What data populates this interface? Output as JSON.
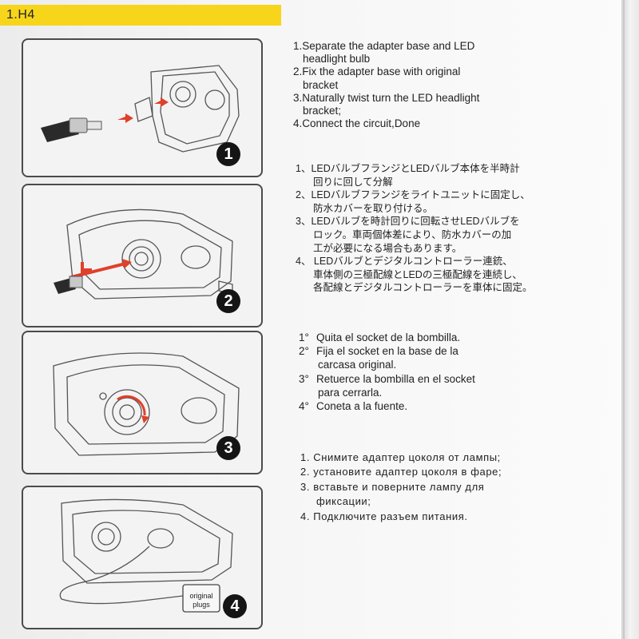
{
  "header": {
    "title": "1.H4"
  },
  "steps": [
    {
      "badge": "1"
    },
    {
      "badge": "2"
    },
    {
      "badge": "3"
    },
    {
      "badge": "4",
      "plug_label_line1": "original",
      "plug_label_line2": "plugs"
    }
  ],
  "english": [
    "1.Separate the adapter base and LED",
    "headlight bulb",
    "2.Fix the adapter base with original",
    "bracket",
    "3.Naturally twist turn the LED headlight",
    "bracket;",
    "4.Connect the circuit,Done"
  ],
  "japanese": [
    "1、LEDバルブフランジとLEDバルブ本体を半時計",
    "回りに回して分解",
    "2、LEDバルブフランジをライトユニットに固定し、",
    "防水カバーを取り付ける。",
    "3、LEDバルブを時計回りに回転させLEDバルブを",
    "ロック。車両個体差により、防水カバーの加",
    "工が必要になる場合もあります。",
    "4、 LEDバルブとデジタルコントローラー連銃、",
    "車体側の三極配線とLEDの三極配線を連続し、",
    "各配線とデジタルコントローラーを車体に固定。"
  ],
  "spanish": {
    "items": [
      {
        "num": "1°",
        "lines": [
          "Quita el socket de la bombilla."
        ]
      },
      {
        "num": "2°",
        "lines": [
          "Fija el socket en la base de la",
          "carcasa original."
        ]
      },
      {
        "num": "3°",
        "lines": [
          "Retuerce la bombilla en el socket",
          "para cerrarla."
        ]
      },
      {
        "num": "4°",
        "lines": [
          "Coneta a la fuente."
        ]
      }
    ]
  },
  "russian": [
    "1. Снимите адаптер цоколя от лампы;",
    "2. установите адаптер цоколя в фаре;",
    "3. вставьте и поверните лампу для",
    "фиксации;",
    "4. Подключите разъем питания."
  ],
  "colors": {
    "header": "#f7d51b",
    "arrow": "#e0402a",
    "badge": "#151515"
  }
}
